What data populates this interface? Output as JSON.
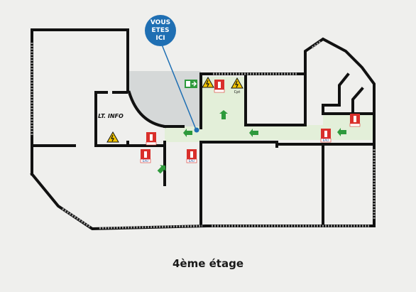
{
  "floor_label": "4ème étage",
  "you_are_here": [
    "VOUS",
    "ETES",
    "ICI"
  ],
  "room_label": "LT. INFO",
  "cpt_label": "Cpt",
  "eau_label": "EAU",
  "colors": {
    "wall": "#111111",
    "corridor": "#e3efd9",
    "grey_zone": "#d5d8d8",
    "marker": "#1f6fb3",
    "arrow": "#2e9a3c",
    "hazard": "#f2c500",
    "extinguisher": "#d92f2a"
  },
  "icons": [
    "you-are-here-marker",
    "emergency-exit-icon",
    "electrical-hazard-icon",
    "fire-extinguisher-icon",
    "evacuation-arrow-icon"
  ]
}
